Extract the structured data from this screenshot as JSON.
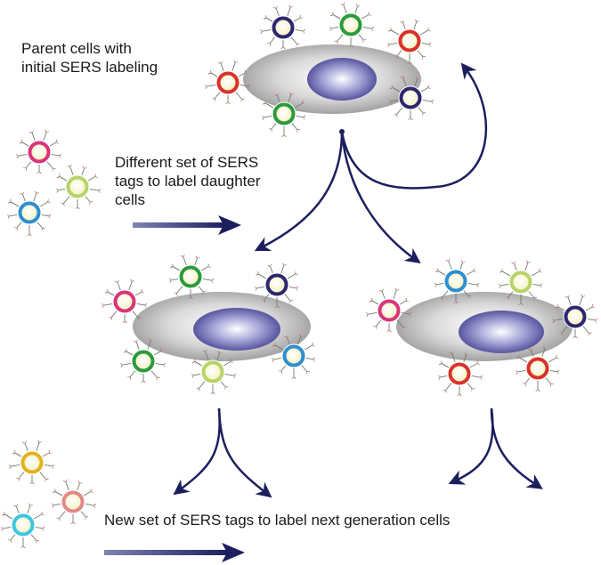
{
  "labels": {
    "parent": [
      "Parent cells with",
      "initial SERS labeling"
    ],
    "daughter": [
      "Different set of SERS",
      "tags to label daughter",
      "cells"
    ],
    "next_generation": "New set of SERS tags to label next generation cells"
  },
  "colors": {
    "arrow": "#1b1f5e",
    "cell_body": "#c9c9c9",
    "nucleus": "#4b4a9e",
    "tag_red": "#d8322a",
    "tag_green": "#2a9a3c",
    "tag_navy": "#2d2670",
    "tag_magenta": "#d8357a",
    "tag_blue": "#2f8fd0",
    "tag_lime": "#b7d36a",
    "tag_gold": "#e3b21e",
    "tag_salmon": "#e08a88",
    "tag_cyan": "#3ec6e0"
  },
  "tag_colors": {
    "parent": [
      "tag_navy",
      "tag_green",
      "tag_red",
      "tag_red",
      "tag_navy",
      "tag_green"
    ],
    "daughter_set": [
      "tag_magenta",
      "tag_lime",
      "tag_blue"
    ],
    "daughter_left": [
      "tag_magenta",
      "tag_green",
      "tag_navy",
      "tag_green",
      "tag_lime",
      "tag_blue"
    ],
    "daughter_right": [
      "tag_magenta",
      "tag_blue",
      "tag_lime",
      "tag_navy",
      "tag_red",
      "tag_red"
    ],
    "next_set": [
      "tag_gold",
      "tag_salmon",
      "tag_cyan"
    ]
  }
}
